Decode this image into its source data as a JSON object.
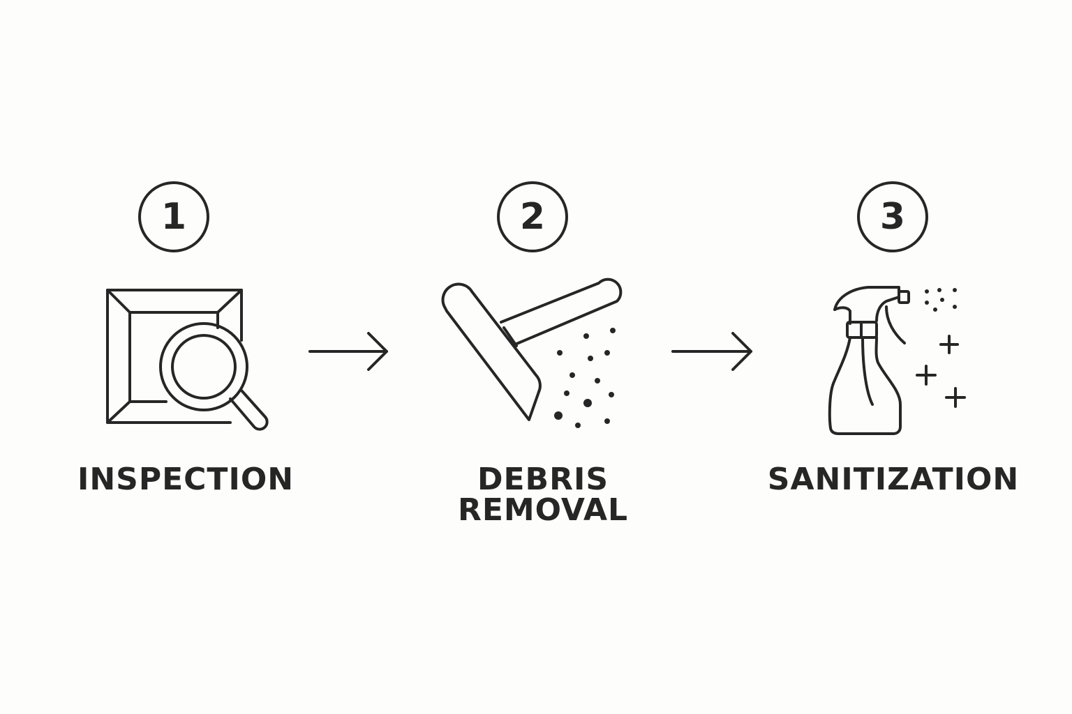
{
  "steps": [
    {
      "number": "1",
      "label": "INSPECTION",
      "icon": "vent-magnifier-icon"
    },
    {
      "number": "2",
      "label": "DEBRIS REMOVAL",
      "icon": "squeegee-debris-icon"
    },
    {
      "number": "3",
      "label": "SANITIZATION",
      "icon": "spray-bottle-icon"
    }
  ],
  "connectors": [
    "arrow-right-icon",
    "arrow-right-icon"
  ],
  "colors": {
    "ink": "#262626",
    "background": "#fdfdfb"
  }
}
